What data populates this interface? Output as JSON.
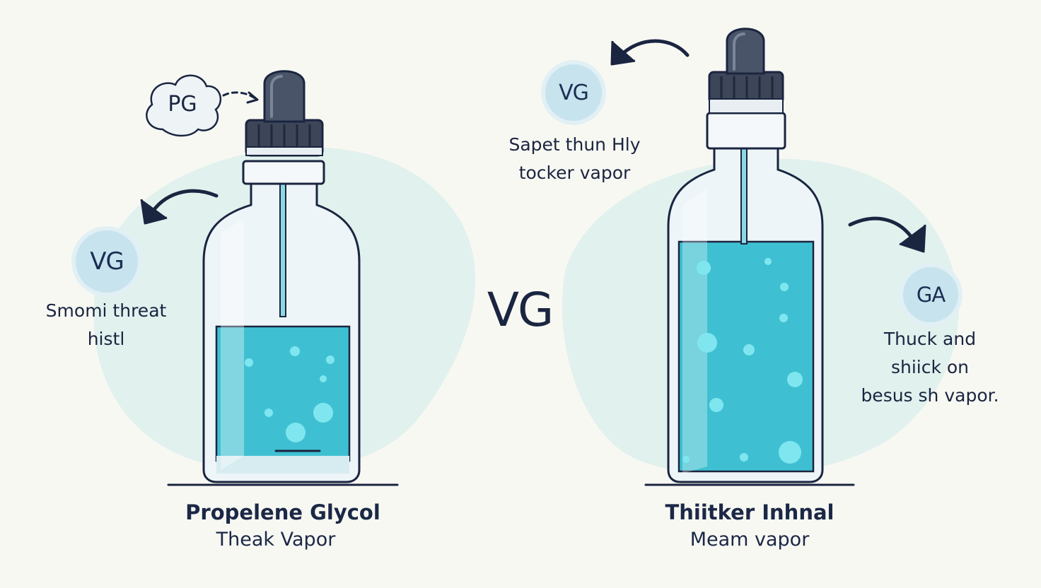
{
  "left": {
    "cloud_label": "PG",
    "badge_label": "VG",
    "note_lines": [
      "Smomi threat",
      "histl"
    ],
    "title": "Propelene Glycol",
    "subtitle": "Theak Vapor"
  },
  "center": {
    "label": "VG"
  },
  "right": {
    "top_badge_label": "VG",
    "top_note_lines": [
      "Sapet thun Hly",
      "tocker vapor"
    ],
    "side_badge_label": "GA",
    "side_note_lines": [
      "Thuck and",
      "shiick on",
      "besus sh vapor."
    ],
    "title": "Thiitker Inhnal",
    "subtitle": "Meam vapor"
  },
  "colors": {
    "background": "#f8f8f3",
    "blob": "#e1f1ee",
    "liquid": "#3fc0d2",
    "liquid_light": "#7fdbe6",
    "bubble": "#7fe6ef",
    "cap": "#3d4558",
    "cap_dark": "#2b3244",
    "outline": "#1a2540",
    "glass": "#eef5f8",
    "badge": "#c7e3ee"
  }
}
